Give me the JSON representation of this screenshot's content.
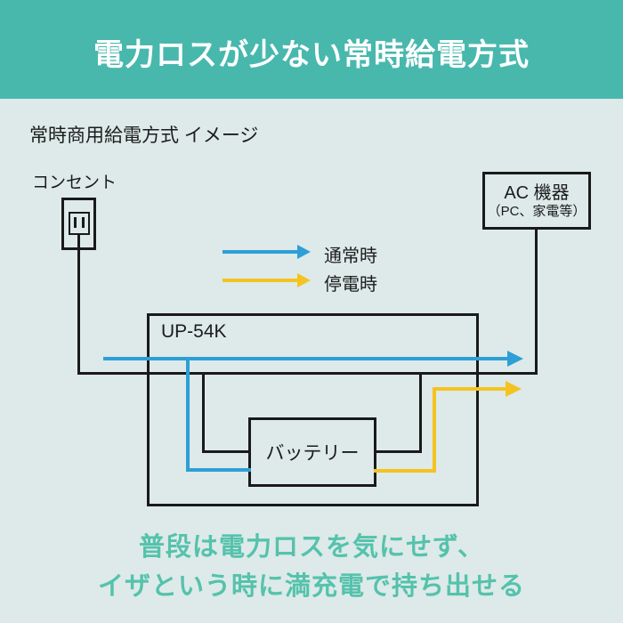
{
  "colors": {
    "banner_bg": "#48b8ad",
    "page_bg": "#ddeae9",
    "line_black": "#1a1a1a",
    "flow_normal_blue": "#2d9fd6",
    "flow_outage_yellow": "#f5c320",
    "footer_text_teal": "#55c2ac",
    "box_fill_white": "#fdfdfd",
    "banner_text": "#ffffff",
    "body_text": "#1c1c1c"
  },
  "banner": {
    "title": "電力ロスが少ない常時給電方式"
  },
  "diagram": {
    "subtitle": "常時商用給電方式 イメージ",
    "outlet_label": "コンセント",
    "ac_device": {
      "line1": "AC 機器",
      "line2": "（PC、家電等）"
    },
    "legend": [
      {
        "label": "通常時",
        "color": "#2d9fd6"
      },
      {
        "label": "停電時",
        "color": "#f5c320"
      }
    ],
    "ups_label": "UP-54K",
    "battery_label": "バッテリー"
  },
  "footer": {
    "line1": "普段は電力ロスを気にせず、",
    "line2": "イザという時に満充電で持ち出せる"
  }
}
